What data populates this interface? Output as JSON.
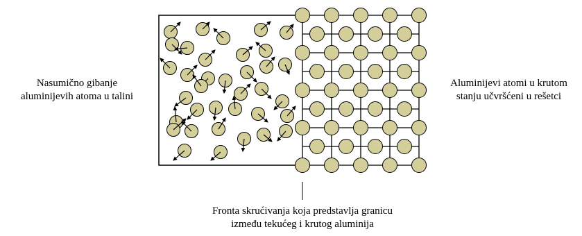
{
  "labels": {
    "left": [
      "Nasumično gibanje",
      "aluminijevih atoma u talini"
    ],
    "right": [
      "Aluminijevi atomi u krutom",
      "stanju učvršćeni u rešetci"
    ],
    "bottom": [
      "Fronta skrućivanja koja predstavlja granicu",
      "između tekućeg i krutog aluminija"
    ]
  },
  "colors": {
    "atom_fill": "#d4cf9a",
    "stroke": "#000000"
  },
  "lattice": {
    "rows": 9,
    "cols": 5
  },
  "liquid_atom_count": 36
}
